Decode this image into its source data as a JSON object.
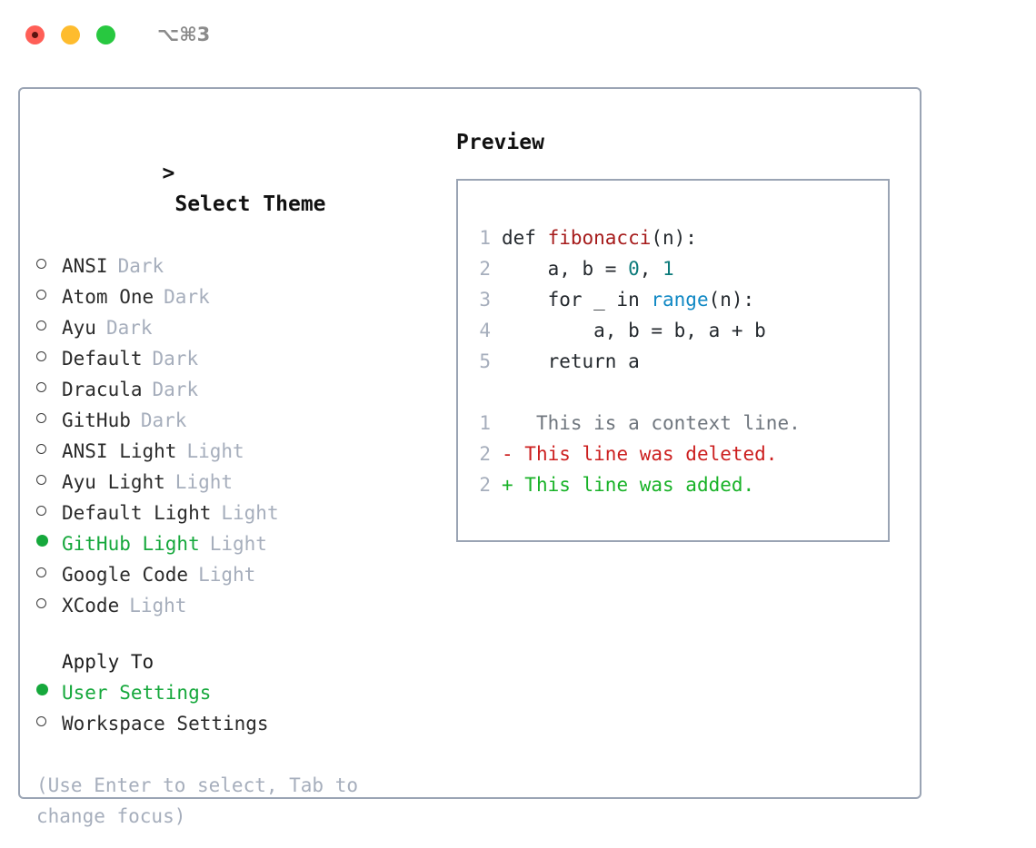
{
  "titlebar": {
    "shortcut": "⌥⌘3",
    "lights": [
      {
        "name": "close",
        "color": "#ff5f57"
      },
      {
        "name": "minimize",
        "color": "#febc2e"
      },
      {
        "name": "maximize",
        "color": "#28c840"
      }
    ]
  },
  "colors": {
    "border": "#9aa4b4",
    "accent_green": "#16a83c",
    "muted": "#a6aebc",
    "text": "#2b2b2b",
    "syntax_function": "#a61b1b",
    "syntax_number": "#0b7a7a",
    "syntax_call": "#1088c4",
    "diff_context": "#6f767e",
    "diff_deleted": "#cc1f1f",
    "diff_added": "#18b227"
  },
  "theme_select": {
    "caret": ">",
    "header": "Select Theme",
    "items": [
      {
        "label": "ANSI",
        "suffix": "Dark",
        "selected": false
      },
      {
        "label": "Atom One",
        "suffix": "Dark",
        "selected": false
      },
      {
        "label": "Ayu",
        "suffix": "Dark",
        "selected": false
      },
      {
        "label": "Default",
        "suffix": "Dark",
        "selected": false
      },
      {
        "label": "Dracula",
        "suffix": "Dark",
        "selected": false
      },
      {
        "label": "GitHub",
        "suffix": "Dark",
        "selected": false
      },
      {
        "label": "ANSI Light",
        "suffix": "Light",
        "selected": false
      },
      {
        "label": "Ayu Light",
        "suffix": "Light",
        "selected": false
      },
      {
        "label": "Default Light",
        "suffix": "Light",
        "selected": false
      },
      {
        "label": "GitHub Light",
        "suffix": "Light",
        "selected": true
      },
      {
        "label": "Google Code",
        "suffix": "Light",
        "selected": false
      },
      {
        "label": "XCode",
        "suffix": "Light",
        "selected": false
      }
    ]
  },
  "apply_to": {
    "title": "Apply To",
    "items": [
      {
        "label": "User Settings",
        "selected": true
      },
      {
        "label": "Workspace Settings",
        "selected": false
      }
    ]
  },
  "hint": "(Use Enter to select, Tab to change focus)",
  "preview": {
    "title": "Preview",
    "code_lines": [
      {
        "no": "1",
        "segments": [
          {
            "text": "def ",
            "type": "plain"
          },
          {
            "text": "fibonacci",
            "type": "function"
          },
          {
            "text": "(n):",
            "type": "plain"
          }
        ]
      },
      {
        "no": "2",
        "segments": [
          {
            "text": "    a, b = ",
            "type": "plain"
          },
          {
            "text": "0",
            "type": "number"
          },
          {
            "text": ", ",
            "type": "plain"
          },
          {
            "text": "1",
            "type": "number"
          }
        ]
      },
      {
        "no": "3",
        "segments": [
          {
            "text": "    for _ in ",
            "type": "plain"
          },
          {
            "text": "range",
            "type": "call"
          },
          {
            "text": "(n):",
            "type": "plain"
          }
        ]
      },
      {
        "no": "4",
        "segments": [
          {
            "text": "        a, b = b, a + b",
            "type": "plain"
          }
        ]
      },
      {
        "no": "5",
        "segments": [
          {
            "text": "    return a",
            "type": "plain"
          }
        ]
      }
    ],
    "diff_lines": [
      {
        "no": "1",
        "marker": " ",
        "text": "  This is a context line.",
        "kind": "context"
      },
      {
        "no": "2",
        "marker": "-",
        "text": " This line was deleted.",
        "kind": "deleted"
      },
      {
        "no": "2",
        "marker": "+",
        "text": " This line was added.",
        "kind": "added"
      }
    ]
  }
}
